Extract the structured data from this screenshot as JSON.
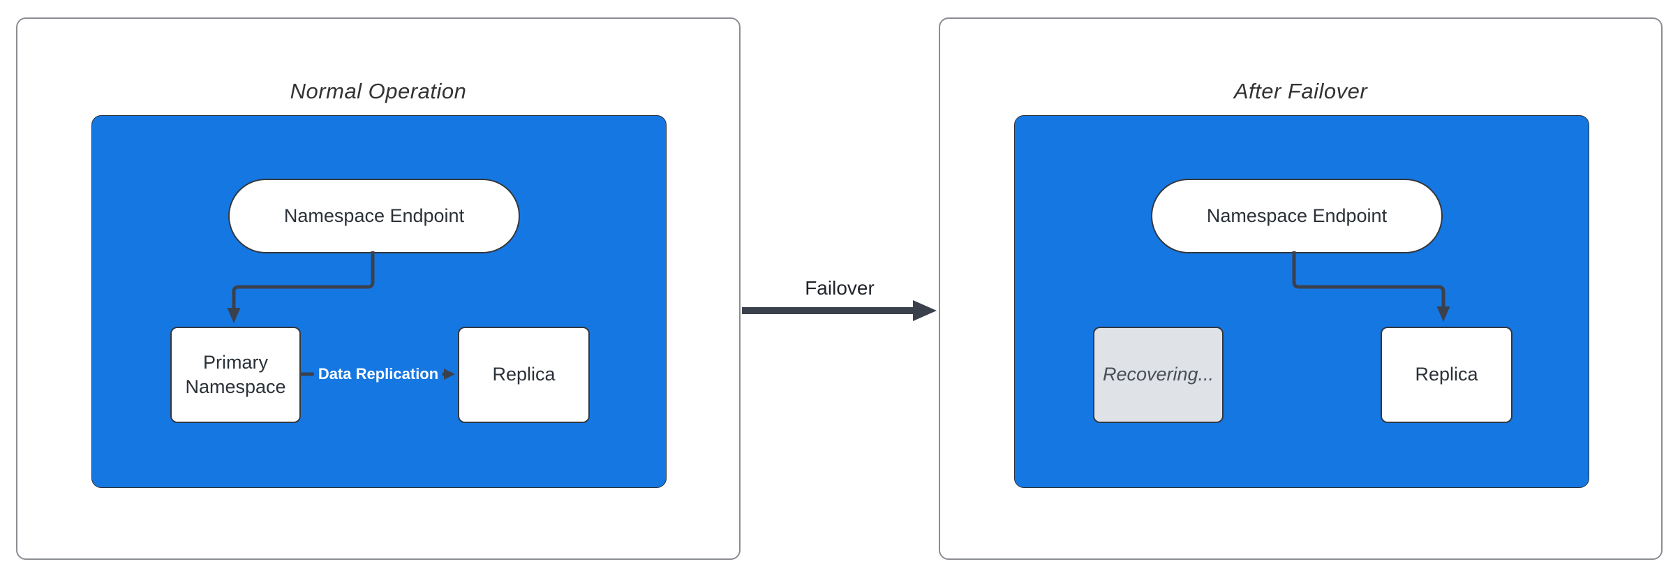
{
  "panels": [
    {
      "title": "Normal Operation",
      "endpoint_node": "Namespace Endpoint",
      "left_node": "Primary Namespace",
      "right_node": "Replica",
      "edge_label": "Data Replication"
    },
    {
      "title": "After Failover",
      "endpoint_node": "Namespace Endpoint",
      "left_node": "Recovering...",
      "right_node": "Replica"
    }
  ],
  "transition": {
    "label": "Failover"
  },
  "colors": {
    "container_fill": "#1577e2",
    "node_fill": "#ffffff",
    "disabled_node_fill": "#dfe2e6",
    "node_border": "#33383f",
    "edge_stroke": "#3b414c",
    "panel_border": "#8a8d91",
    "title_text": "#333333",
    "node_text": "#2b3138",
    "disabled_node_text": "#4a4f57",
    "edge_label_text": "#ffffff"
  }
}
